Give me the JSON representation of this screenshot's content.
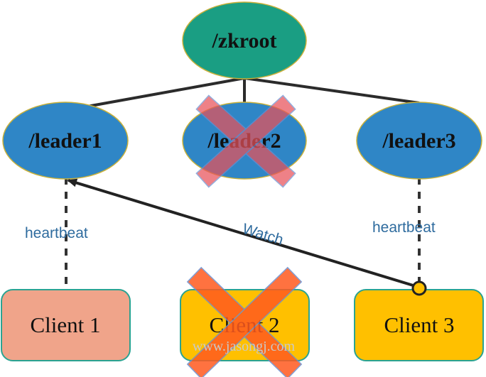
{
  "root": {
    "label": "/zkroot",
    "color": "#1a9e83"
  },
  "leaders": [
    {
      "label": "/leader1",
      "crossed": false
    },
    {
      "label": "/leader2",
      "crossed": true
    },
    {
      "label": "/leader3",
      "crossed": false
    }
  ],
  "leader_color": "#2f86c6",
  "clients": [
    {
      "label": "Client 1",
      "color": "#f0a48a",
      "crossed": false
    },
    {
      "label": "Client 2",
      "color": "#ffc000",
      "crossed": true
    },
    {
      "label": "Client 3",
      "color": "#ffc000",
      "crossed": false
    }
  ],
  "edges": {
    "heartbeat_left": "heartbeat",
    "heartbeat_right": "heartbeat",
    "watch": "Watch"
  },
  "cross_colors": {
    "leader2": "#e8525a",
    "client2": "#ff5a1f"
  },
  "watermark": "www.jasongj.com"
}
